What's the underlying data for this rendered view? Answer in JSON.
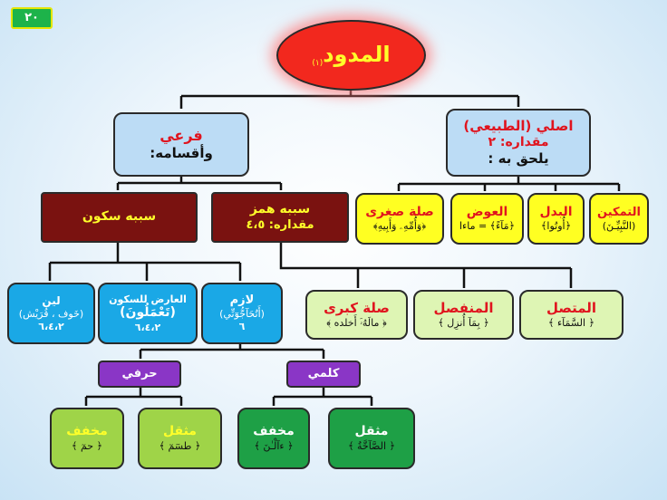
{
  "page_number": "٢٠",
  "root": {
    "title": "المدود",
    "footnote": "(١)"
  },
  "far3i": {
    "title": "فرعي",
    "subtitle": "وأقسامه:"
  },
  "asli": {
    "title": "اصلي (الطبيعي)",
    "amount": "مقداره: ٢",
    "attached": "يلحق به :"
  },
  "cause_sukun": {
    "title": "سببه سكون"
  },
  "cause_hamz": {
    "title": "سببه همز",
    "amount": "مقداره: ٤،٥"
  },
  "asli_children": [
    {
      "title": "صلة صغرى",
      "example": "﴿وَأُمِّهِۦ وَأَبِيهِ﴾"
    },
    {
      "title": "العوض",
      "example": "﴿مَآءً﴾ = ماءا"
    },
    {
      "title": "البدل",
      "example": "﴿أُوتُوا﴾"
    },
    {
      "title": "التمكين",
      "example": "(النَّبِيِّـنَ)"
    }
  ],
  "sukun_children": [
    {
      "title": "لين",
      "example": "(خَوف ، قُرَيْش)",
      "amount": "٦،٤،٢"
    },
    {
      "title": "العارض للسكون",
      "example": "(تَعْمَلُونَ)",
      "amount": "٦،٤،٢"
    },
    {
      "title": "لازم",
      "example": "(أَتُحَآجُّوٓنِّي)",
      "amount": "٦"
    }
  ],
  "hamz_children": [
    {
      "title": "صلة كبرى",
      "example": "﴿ مالَهُۥٓ أَخلده ﴾"
    },
    {
      "title": "المنفصل",
      "example": "﴿ بِمَآ أُنزِل ﴾"
    },
    {
      "title": "المتصل",
      "example": "﴿ السَّمَآء ﴾"
    }
  ],
  "lazim_types": [
    {
      "title": "حرفي"
    },
    {
      "title": "كلمي"
    }
  ],
  "leaf_children": [
    {
      "title": "مخفف",
      "example": "﴿ حمٓ ﴾"
    },
    {
      "title": "مثقل",
      "example": "﴿ طسٓمٓ ﴾"
    },
    {
      "title": "مخفف",
      "example": "﴿ ءآلْـٰنَ ﴾"
    },
    {
      "title": "مثقل",
      "example": "﴿ الصَّآخَّةُ ﴾"
    }
  ],
  "colors": {
    "title_red": "#e0141e",
    "root_fill": "#f2281e",
    "light_blue": "#bcdcf5",
    "dark_red": "#7a1210",
    "yellow": "#ffff22",
    "cyan": "#1aa8e6",
    "pale_green": "#def5b4",
    "purple": "#8a36c6",
    "lime": "#9fd448",
    "green": "#1ea046"
  }
}
